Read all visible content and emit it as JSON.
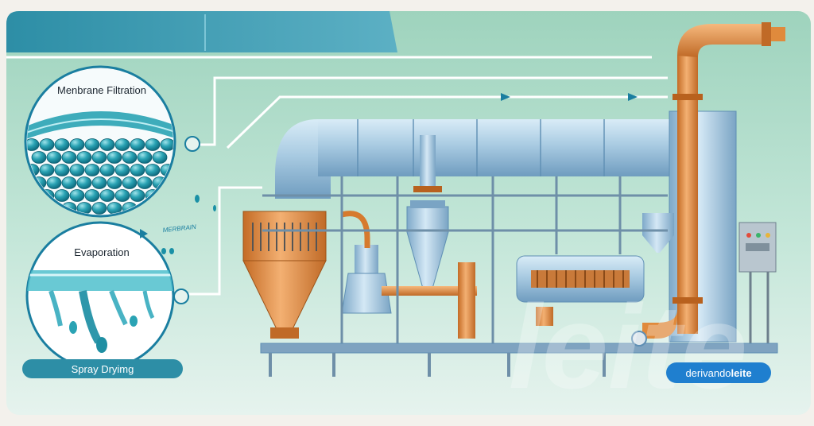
{
  "labels": {
    "membrane_filtration": "Menbrane Filtration",
    "evaporation": "Evaporation",
    "spray_drying": "Spray Dryimg",
    "small_caption": "MERBRAIN"
  },
  "brand": {
    "prefix": "derivando",
    "suffix": "leite",
    "watermark": "leite"
  },
  "colors": {
    "background_top": "#a7d8c2",
    "background_bottom": "#dff0ea",
    "steel": "#9cc3de",
    "steel_dark": "#5f8fb4",
    "copper": "#e08a3c",
    "copper_dark": "#b8611e",
    "teal_bubble": "#2aa3b4",
    "brand_badge": "#1f7fcf"
  },
  "icons": [
    "flow-arrow-icon",
    "water-drop-icon"
  ]
}
